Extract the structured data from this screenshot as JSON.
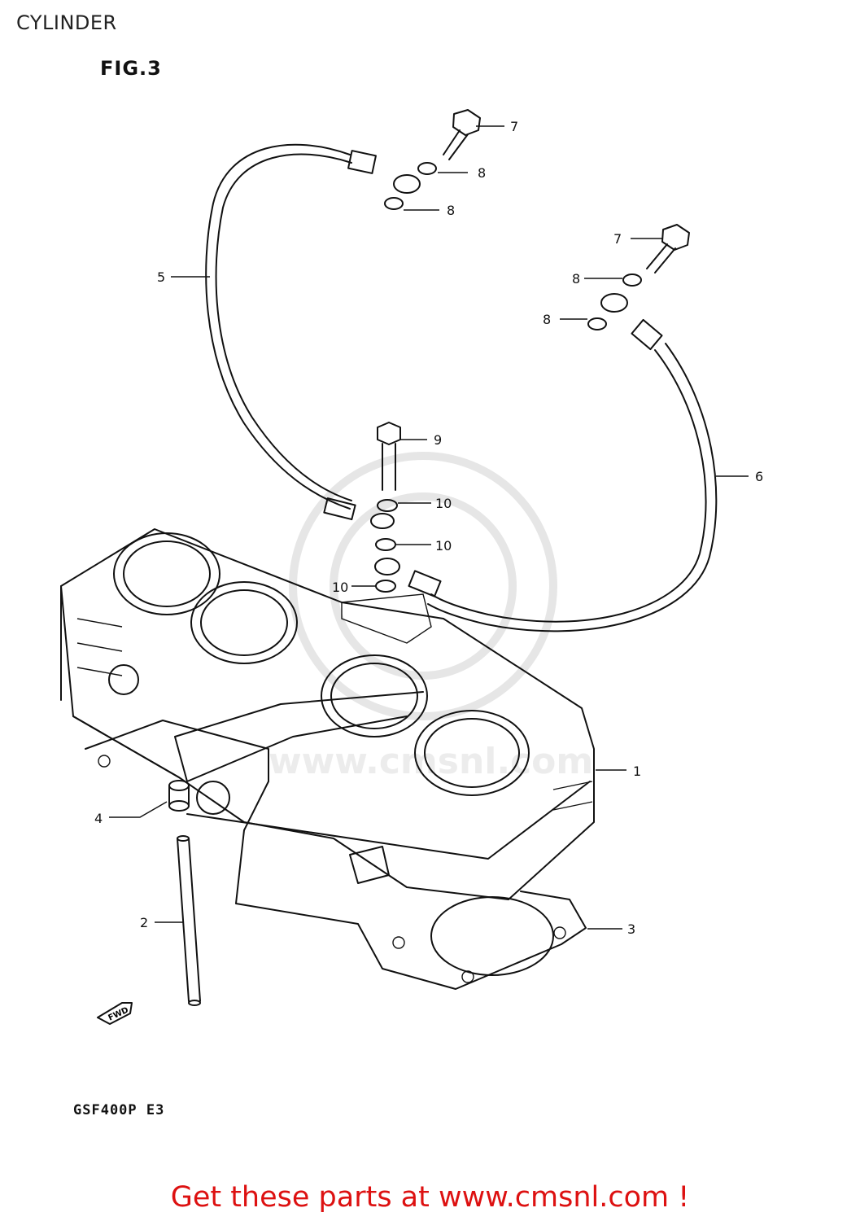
{
  "header": {
    "title": "CYLINDER",
    "figure": "FIG.3"
  },
  "callouts": [
    {
      "id": "c7a",
      "label": "7"
    },
    {
      "id": "c8a",
      "label": "8"
    },
    {
      "id": "c8b",
      "label": "8"
    },
    {
      "id": "c7b",
      "label": "7"
    },
    {
      "id": "c8c",
      "label": "8"
    },
    {
      "id": "c8d",
      "label": "8"
    },
    {
      "id": "c5",
      "label": "5"
    },
    {
      "id": "c9",
      "label": "9"
    },
    {
      "id": "c10a",
      "label": "10"
    },
    {
      "id": "c6",
      "label": "6"
    },
    {
      "id": "c10b",
      "label": "10"
    },
    {
      "id": "c10c",
      "label": "10"
    },
    {
      "id": "c1",
      "label": "1"
    },
    {
      "id": "c4",
      "label": "4"
    },
    {
      "id": "c2",
      "label": "2"
    },
    {
      "id": "c3",
      "label": "3"
    }
  ],
  "fwd_marker": "FWD",
  "footer": {
    "model": "GSF400P E3",
    "cta": "Get these parts at www.cmsnl.com !"
  },
  "watermark": {
    "text": "www.cmsnl.com"
  },
  "colors": {
    "cta": "#dd1111",
    "line": "#111111",
    "watermark": "#e6e6e6"
  }
}
